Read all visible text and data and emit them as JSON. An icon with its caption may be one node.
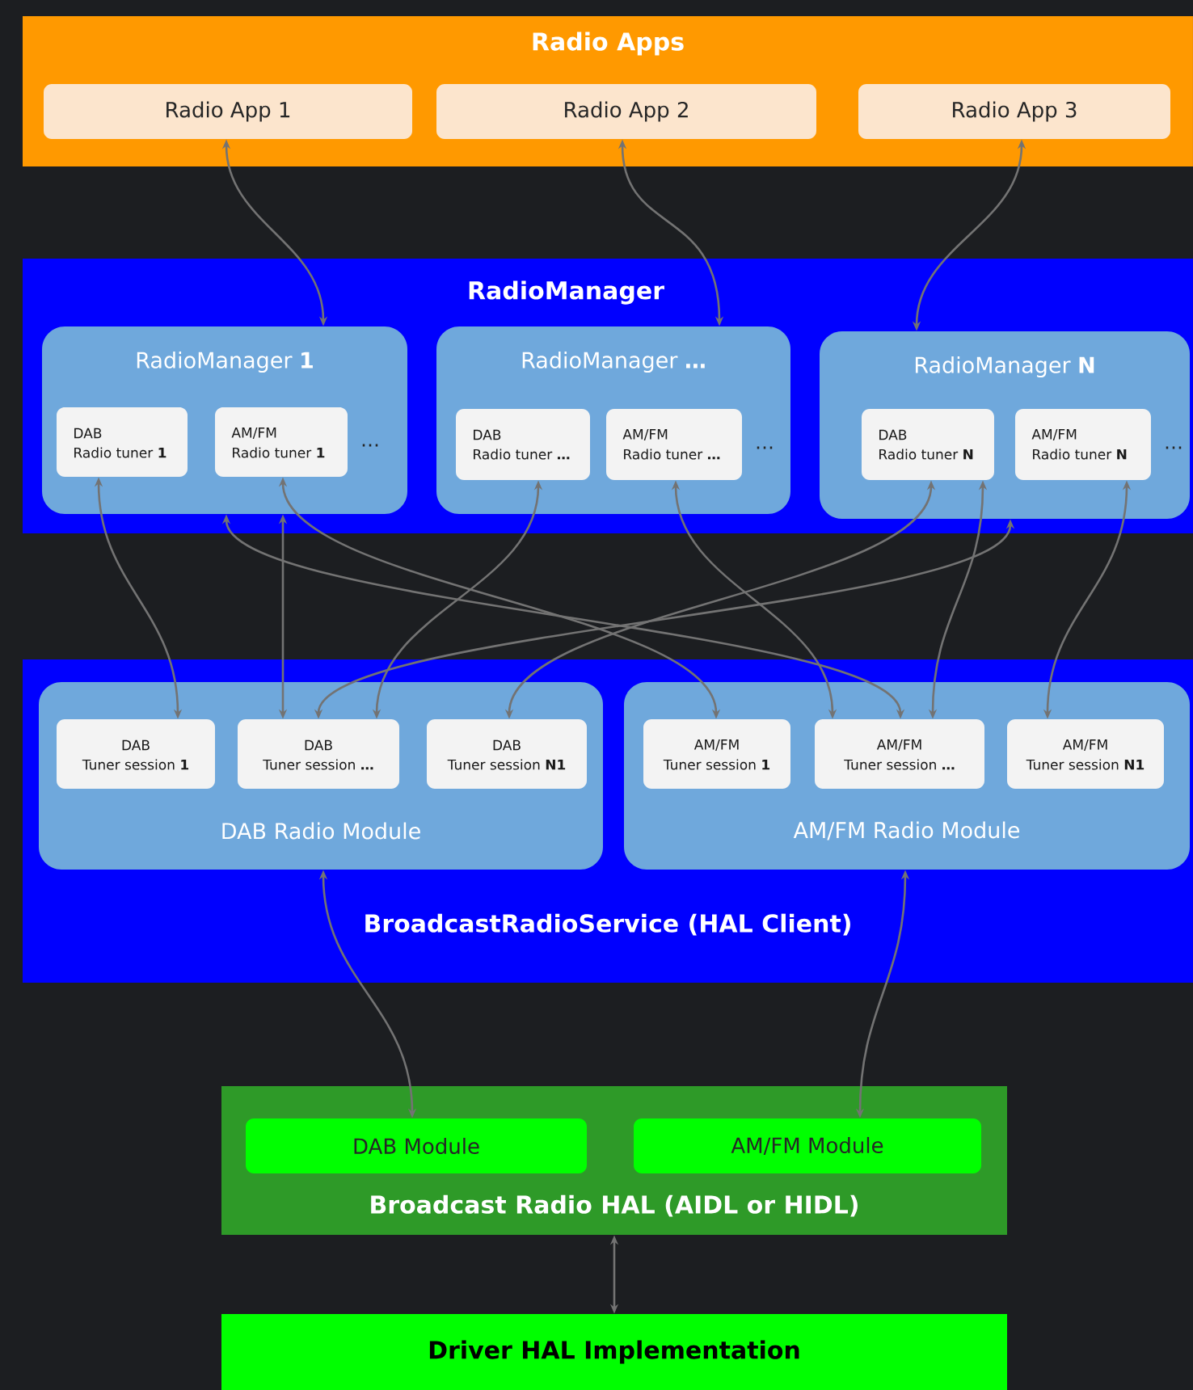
{
  "diagram": {
    "nodes": [
      {
        "text": [
          "Radio Apps"
        ]
      },
      {
        "text": [
          "Radio App 1"
        ],
        "in": 0
      },
      {
        "text": [
          "Radio App 2"
        ],
        "in": 0
      },
      {
        "text": [
          "Radio App 3"
        ],
        "in": 0
      },
      {
        "text": [
          "RadioManager"
        ]
      },
      {
        "text": [
          "RadioManager **1**"
        ],
        "in": 4
      },
      {
        "text": [
          "DAB",
          "Radio tuner **1**"
        ],
        "in": 5
      },
      {
        "text": [
          "AM/FM",
          "Radio tuner **1**"
        ],
        "in": 5,
        "beside": [
          "…"
        ]
      },
      {
        "text": [
          "RadioManager **…**"
        ],
        "in": 4
      },
      {
        "text": [
          "DAB",
          "Radio tuner **…**"
        ],
        "in": 8
      },
      {
        "text": [
          "AM/FM",
          "Radio tuner **…**"
        ],
        "in": 8,
        "beside": [
          "…"
        ]
      },
      {
        "text": [
          "RadioManager **N**"
        ],
        "in": 4
      },
      {
        "text": [
          "DAB",
          "Radio tuner **N**"
        ],
        "in": 11
      },
      {
        "text": [
          "AM/FM",
          "Radio tuner **N**"
        ],
        "in": 11,
        "beside": [
          "…"
        ]
      },
      {
        "text": [
          "BroadcastRadioService (HAL Client)"
        ]
      },
      {
        "text": [
          "DAB Radio Module"
        ],
        "in": 14
      },
      {
        "text": [
          "DAB",
          "Tuner session **1**"
        ],
        "in": 15
      },
      {
        "text": [
          "DAB",
          "Tuner session **…**"
        ],
        "in": 15
      },
      {
        "text": [
          "DAB",
          "Tuner session **N1**"
        ],
        "in": 15
      },
      {
        "text": [
          "AM/FM Radio Module"
        ],
        "in": 14
      },
      {
        "text": [
          "AM/FM",
          "Tuner session **1**"
        ],
        "in": 19
      },
      {
        "text": [
          "AM/FM",
          "Tuner session **…**"
        ],
        "in": 19
      },
      {
        "text": [
          "AM/FM",
          "Tuner session **N1**"
        ],
        "in": 19
      },
      {
        "text": [
          "Broadcast Radio HAL (AIDL or HIDL)"
        ]
      },
      {
        "text": [
          "DAB Module"
        ],
        "in": 23
      },
      {
        "text": [
          "AM/FM Module"
        ],
        "in": 23
      },
      {
        "text": [
          "Driver HAL Implementation"
        ]
      }
    ],
    "edges": [
      {
        "from": 1,
        "to": 5,
        "arrow": "both"
      },
      {
        "from": 2,
        "to": 8,
        "arrow": "both"
      },
      {
        "from": 3,
        "to": 11,
        "arrow": "both"
      },
      {
        "from": 6,
        "to": 16,
        "arrow": "both"
      },
      {
        "from": 5,
        "to": 17,
        "arrow": "both"
      },
      {
        "from": 5,
        "to": 21,
        "arrow": "both"
      },
      {
        "from": 7,
        "to": 20,
        "arrow": "both"
      },
      {
        "from": 9,
        "to": 17,
        "arrow": "both"
      },
      {
        "from": 10,
        "to": 21,
        "arrow": "both"
      },
      {
        "from": 11,
        "to": 17,
        "arrow": "both"
      },
      {
        "from": 12,
        "to": 18,
        "arrow": "both"
      },
      {
        "from": 12,
        "to": 21,
        "arrow": "both"
      },
      {
        "from": 13,
        "to": 22,
        "arrow": "both"
      },
      {
        "from": 15,
        "to": 24,
        "arrow": "both"
      },
      {
        "from": 19,
        "to": 25,
        "arrow": "both"
      },
      {
        "from": 23,
        "to": 26,
        "arrow": "both"
      }
    ]
  }
}
